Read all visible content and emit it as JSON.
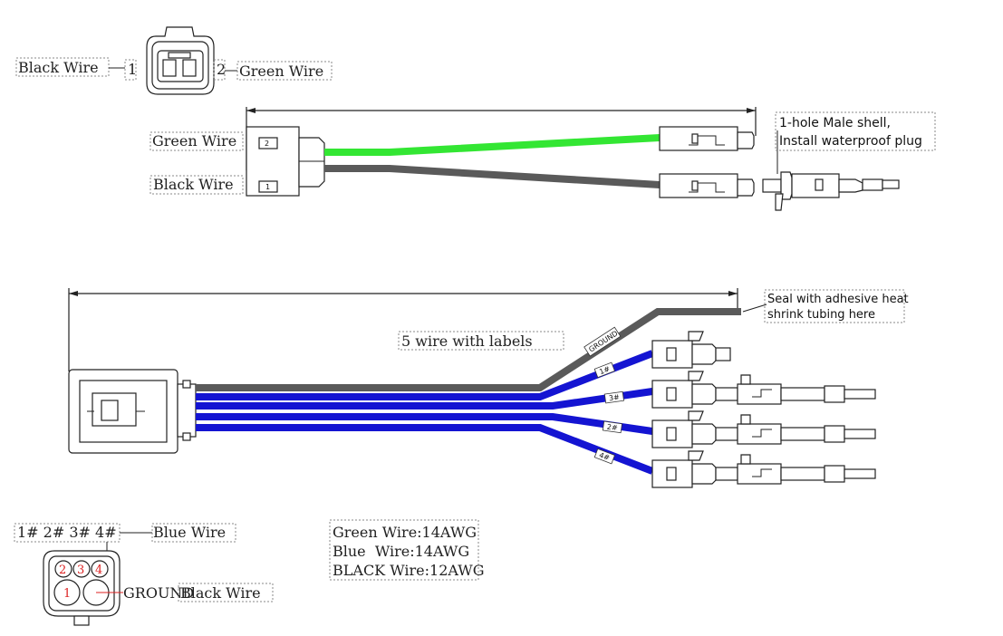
{
  "top_connector": {
    "pin1_label": "Black Wire",
    "pin1_number": "1",
    "pin2_label": "Green Wire",
    "pin2_number": "2"
  },
  "harness1": {
    "green_wire_label": "Green Wire",
    "black_wire_label": "Black Wire",
    "green_pin_tag": "2",
    "black_pin_tag": "1",
    "male_shell_note_line1": "1-hole Male shell,",
    "male_shell_note_line2": "Install waterproof plug",
    "colors": {
      "green_wire": "#33e633",
      "black_wire": "#5a5a5a"
    }
  },
  "harness2": {
    "seal_note_line1": "Seal with adhesive heat",
    "seal_note_line2": "shrink tubing here",
    "wire_labels_note": "5 wire with labels",
    "ground_tag": "GROUND",
    "wire_tags": [
      "1#",
      "3#",
      "2#",
      "4#"
    ],
    "colors": {
      "blue_wire": "#1414d2",
      "ground_wire": "#5a5a5a"
    }
  },
  "bottom_connector": {
    "pin_numbers_text": "1# 2# 3# 4#",
    "blue_wire_label": "Blue Wire",
    "pins": [
      "2",
      "3",
      "4",
      "1"
    ],
    "ground_label": "GROUND",
    "black_wire_label": "Black Wire"
  },
  "spec": {
    "line1": "Green Wire:14AWG",
    "line2": "Blue  Wire:14AWG",
    "line3": "BLACK Wire:12AWG"
  }
}
